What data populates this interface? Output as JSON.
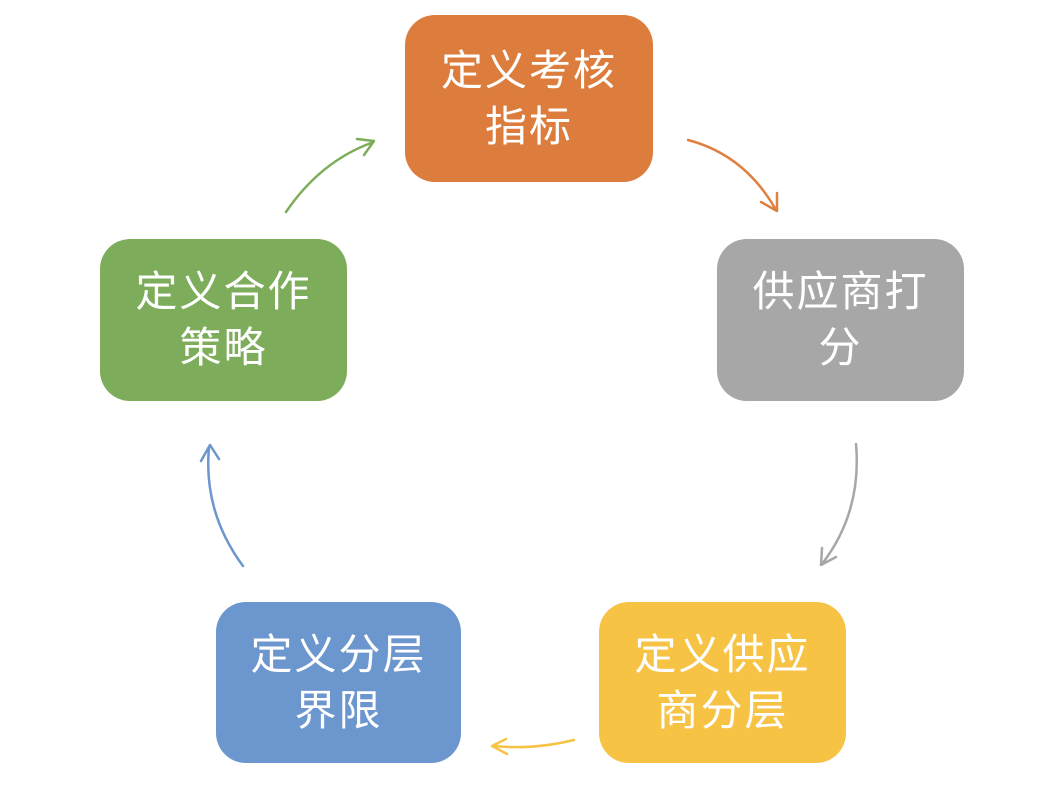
{
  "diagram": {
    "type": "cycle-flow",
    "background_color": "#ffffff",
    "nodes": [
      {
        "id": "define-assessment-indicators",
        "label": "定义考核指标",
        "line1": "定义考核",
        "line2": "指标",
        "color": "#DD7D3D",
        "text_color": "#ffffff",
        "position": "top"
      },
      {
        "id": "supplier-scoring",
        "label": "供应商打分",
        "line1": "供应商打",
        "line2": "分",
        "color": "#A7A7A7",
        "text_color": "#ffffff",
        "position": "right"
      },
      {
        "id": "define-supplier-tiering",
        "label": "定义供应商分层",
        "line1": "定义供应",
        "line2": "商分层",
        "color": "#F6C344",
        "text_color": "#ffffff",
        "position": "bottom-right"
      },
      {
        "id": "define-tier-boundaries",
        "label": "定义分层界限",
        "line1": "定义分层",
        "line2": "界限",
        "color": "#6C96CE",
        "text_color": "#ffffff",
        "position": "bottom-left"
      },
      {
        "id": "define-cooperation-strategy",
        "label": "定义合作策略",
        "line1": "定义合作",
        "line2": "策略",
        "color": "#7DAD5B",
        "text_color": "#ffffff",
        "position": "left"
      }
    ],
    "arrows": [
      {
        "id": "arrow-1",
        "from": "定义考核指标",
        "to": "供应商打分",
        "color": "#DF8040"
      },
      {
        "id": "arrow-2",
        "from": "供应商打分",
        "to": "定义供应商分层",
        "color": "#A7A7A7"
      },
      {
        "id": "arrow-3",
        "from": "定义供应商分层",
        "to": "定义分层界限",
        "color": "#F6C344"
      },
      {
        "id": "arrow-4",
        "from": "定义分层界限",
        "to": "定义合作策略",
        "color": "#6C96CE"
      },
      {
        "id": "arrow-5",
        "from": "定义合作策略",
        "to": "定义考核指标",
        "color": "#7DAD5B"
      }
    ]
  }
}
